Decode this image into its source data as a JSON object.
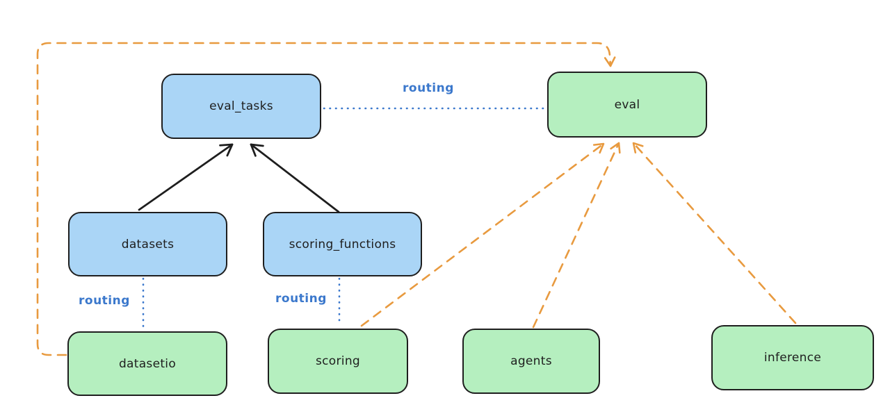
{
  "diagram": {
    "type": "flow-diagram",
    "background": "#ffffff",
    "colors": {
      "node_stroke": "#1e1e1e",
      "resource_fill_blue": "#aad5f6",
      "provider_fill_green": "#b5efbf",
      "routing_blue": "#3b78cc",
      "dashed_orange": "#e89a3f",
      "solid_black": "#1e1e1e"
    },
    "nodes": {
      "eval_tasks": {
        "label": "eval_tasks",
        "fill": "#aad5f6"
      },
      "eval": {
        "label": "eval",
        "fill": "#b5efbf"
      },
      "datasets": {
        "label": "datasets",
        "fill": "#aad5f6"
      },
      "scoring_functions": {
        "label": "scoring_functions",
        "fill": "#aad5f6"
      },
      "datasetio": {
        "label": "datasetio",
        "fill": "#b5efbf"
      },
      "scoring": {
        "label": "scoring",
        "fill": "#b5efbf"
      },
      "agents": {
        "label": "agents",
        "fill": "#b5efbf"
      },
      "inference": {
        "label": "inference",
        "fill": "#b5efbf"
      }
    },
    "edges": [
      {
        "from": "datasets",
        "to": "eval_tasks",
        "style": "solid",
        "color": "#1e1e1e",
        "arrow": true
      },
      {
        "from": "scoring_functions",
        "to": "eval_tasks",
        "style": "solid",
        "color": "#1e1e1e",
        "arrow": true
      },
      {
        "from": "eval_tasks",
        "to": "eval",
        "style": "dotted",
        "color": "#3b78cc",
        "label": "routing",
        "arrow": false
      },
      {
        "from": "datasets",
        "to": "datasetio",
        "style": "dotted",
        "color": "#3b78cc",
        "label": "routing",
        "arrow": false
      },
      {
        "from": "scoring_functions",
        "to": "scoring",
        "style": "dotted",
        "color": "#3b78cc",
        "label": "routing",
        "arrow": false
      },
      {
        "from": "datasetio",
        "to": "eval",
        "style": "dashed",
        "color": "#e89a3f",
        "arrow": true,
        "path": "elbow-around-top-left"
      },
      {
        "from": "scoring",
        "to": "eval",
        "style": "dashed",
        "color": "#e89a3f",
        "arrow": true
      },
      {
        "from": "agents",
        "to": "eval",
        "style": "dashed",
        "color": "#e89a3f",
        "arrow": true
      },
      {
        "from": "inference",
        "to": "eval",
        "style": "dashed",
        "color": "#e89a3f",
        "arrow": true
      }
    ]
  }
}
